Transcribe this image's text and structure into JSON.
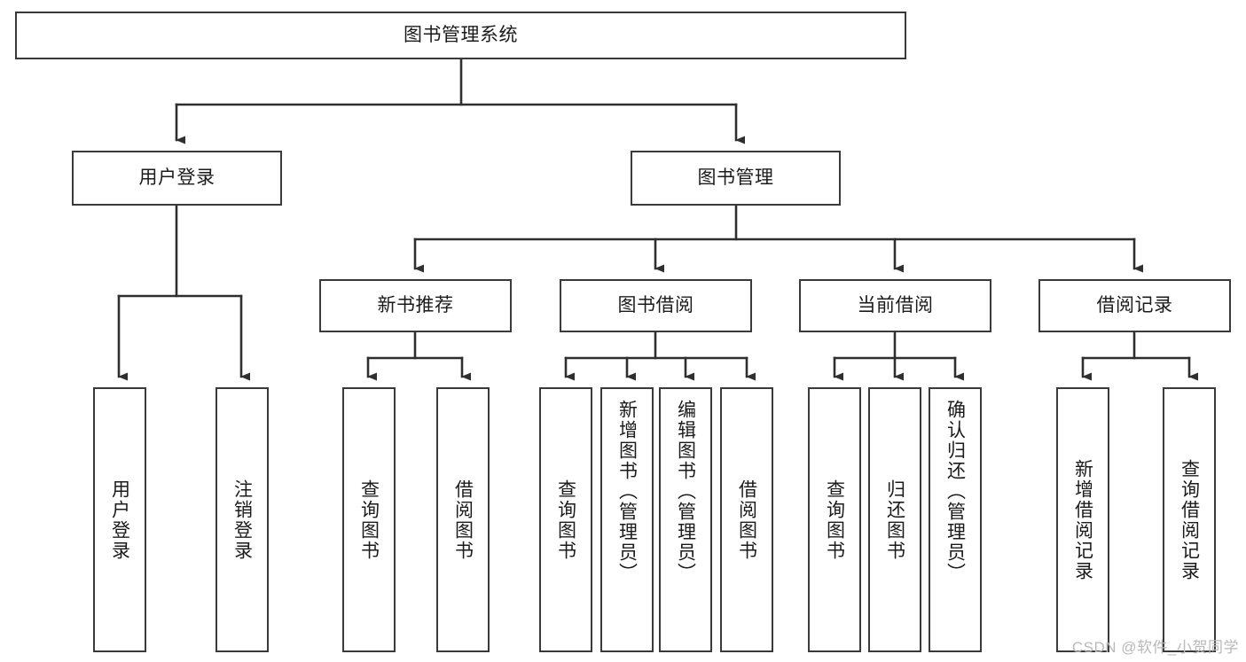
{
  "diagram": {
    "title": "图书管理系统",
    "type": "tree",
    "watermark": "CSDN @软件_小贺同学",
    "colors": {
      "box_border": "#3a3a3a",
      "box_fill": "#ffffff",
      "edge": "#2f2f2f",
      "text": "#1b1b1b",
      "watermark": "#b9b9b9",
      "background": "#ffffff"
    },
    "nodes": {
      "root": {
        "label": "图书管理系统",
        "level": 1,
        "orientation": "horizontal"
      },
      "user_login": {
        "label": "用户登录",
        "level": 2,
        "orientation": "horizontal"
      },
      "book_manage": {
        "label": "图书管理",
        "level": 2,
        "orientation": "horizontal"
      },
      "new_book_rec": {
        "label": "新书推荐",
        "level": 3,
        "orientation": "horizontal"
      },
      "book_borrow": {
        "label": "图书借阅",
        "level": 3,
        "orientation": "horizontal"
      },
      "current_borrow": {
        "label": "当前借阅",
        "level": 3,
        "orientation": "horizontal"
      },
      "borrow_record": {
        "label": "借阅记录",
        "level": 3,
        "orientation": "horizontal"
      },
      "leaf_user_login": {
        "label": "用户登录",
        "level": 4,
        "orientation": "vertical"
      },
      "leaf_logout": {
        "label": "注销登录",
        "level": 4,
        "orientation": "vertical"
      },
      "leaf_query_book_1": {
        "label": "查询图书",
        "level": 4,
        "orientation": "vertical"
      },
      "leaf_borrow_book_1": {
        "label": "借阅图书",
        "level": 4,
        "orientation": "vertical"
      },
      "leaf_query_book_2": {
        "label": "查询图书",
        "level": 4,
        "orientation": "vertical"
      },
      "leaf_add_book": {
        "label": "新增图书（管理员）",
        "level": 4,
        "orientation": "vertical"
      },
      "leaf_edit_book": {
        "label": "编辑图书（管理员）",
        "level": 4,
        "orientation": "vertical"
      },
      "leaf_borrow_book_2": {
        "label": "借阅图书",
        "level": 4,
        "orientation": "vertical"
      },
      "leaf_query_book_3": {
        "label": "查询图书",
        "level": 4,
        "orientation": "vertical"
      },
      "leaf_return_book": {
        "label": "归还图书",
        "level": 4,
        "orientation": "vertical"
      },
      "leaf_confirm_return": {
        "label": "确认归还（管理员）",
        "level": 4,
        "orientation": "vertical"
      },
      "leaf_add_record": {
        "label": "新增借阅记录",
        "level": 4,
        "orientation": "vertical"
      },
      "leaf_query_record": {
        "label": "查询借阅记录",
        "level": 4,
        "orientation": "vertical"
      }
    },
    "edges": [
      {
        "from": "root",
        "to": "user_login"
      },
      {
        "from": "root",
        "to": "book_manage"
      },
      {
        "from": "user_login",
        "to": "leaf_user_login"
      },
      {
        "from": "user_login",
        "to": "leaf_logout"
      },
      {
        "from": "book_manage",
        "to": "new_book_rec"
      },
      {
        "from": "book_manage",
        "to": "book_borrow"
      },
      {
        "from": "book_manage",
        "to": "current_borrow"
      },
      {
        "from": "book_manage",
        "to": "borrow_record"
      },
      {
        "from": "new_book_rec",
        "to": "leaf_query_book_1"
      },
      {
        "from": "new_book_rec",
        "to": "leaf_borrow_book_1"
      },
      {
        "from": "book_borrow",
        "to": "leaf_query_book_2"
      },
      {
        "from": "book_borrow",
        "to": "leaf_add_book"
      },
      {
        "from": "book_borrow",
        "to": "leaf_edit_book"
      },
      {
        "from": "book_borrow",
        "to": "leaf_borrow_book_2"
      },
      {
        "from": "current_borrow",
        "to": "leaf_query_book_3"
      },
      {
        "from": "current_borrow",
        "to": "leaf_return_book"
      },
      {
        "from": "current_borrow",
        "to": "leaf_confirm_return"
      },
      {
        "from": "borrow_record",
        "to": "leaf_add_record"
      },
      {
        "from": "borrow_record",
        "to": "leaf_query_record"
      }
    ]
  }
}
